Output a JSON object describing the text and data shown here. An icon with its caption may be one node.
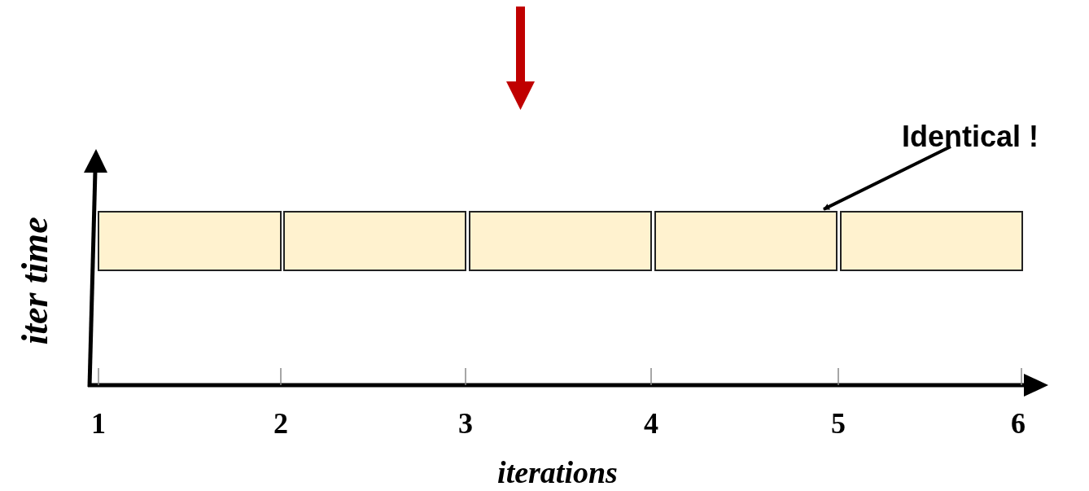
{
  "diagram": {
    "nodes": [
      {
        "text": [
          "Identical !"
        ]
      },
      {
        "text": [],
        "shape": "box"
      },
      {
        "text": [],
        "shape": "box"
      },
      {
        "text": [],
        "shape": "box"
      },
      {
        "text": [],
        "shape": "box"
      },
      {
        "text": [],
        "shape": "box"
      }
    ],
    "edges": [
      {
        "from": 0,
        "to": 4,
        "arrow": "to"
      }
    ],
    "labels": [
      "iter time",
      "1",
      "2",
      "3",
      "4",
      "5",
      "6",
      "iterations"
    ]
  }
}
